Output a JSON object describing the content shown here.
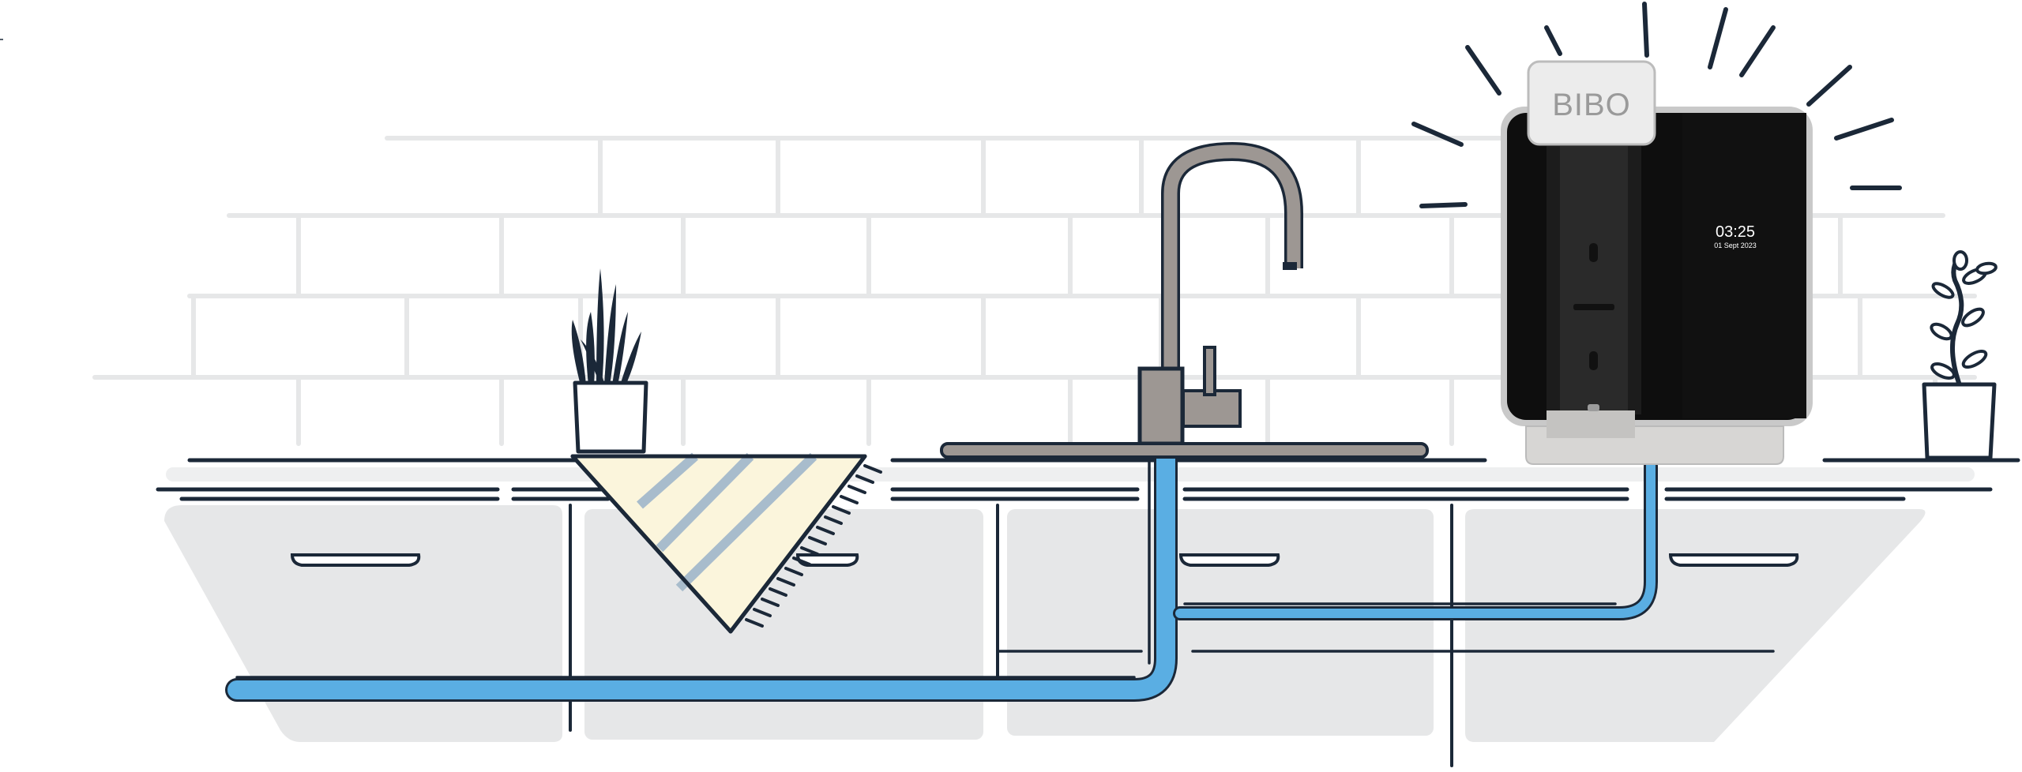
{
  "appliance": {
    "brand": "BIBO",
    "screen_time": "03:25",
    "screen_date": "01 Sept 2023"
  },
  "colors": {
    "outline": "#1b2838",
    "water": "#5aaee3",
    "brick_line": "#e6e7e8",
    "cabinet": "#e6e7e8",
    "countertop": "#eeeff0",
    "tap": "#9d9793",
    "towel": "#fbf5dc",
    "towel_stripe": "#a8bccc",
    "appliance_body": "#0e0e0e",
    "appliance_frame": "#c9c9c9",
    "appliance_lid": "#ececec"
  },
  "icons": {
    "plant_left": "spiky-plant-icon",
    "plant_right": "leafy-plant-icon",
    "tap": "kitchen-tap-icon",
    "dispenser": "water-dispenser-icon"
  }
}
